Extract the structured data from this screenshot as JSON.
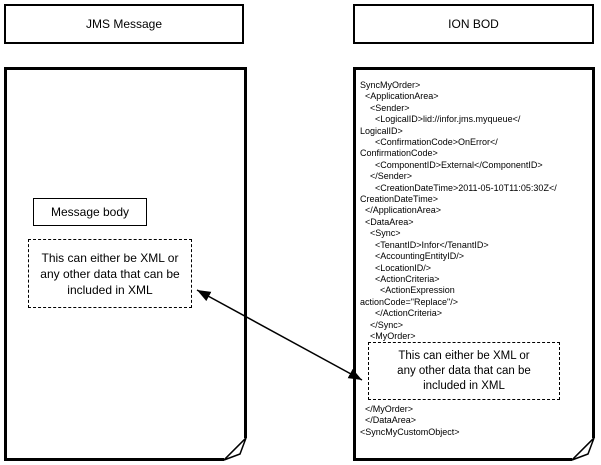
{
  "colors": {
    "line": "#000000",
    "background": "#ffffff"
  },
  "left_panel": {
    "title": "JMS Message",
    "message_body_label": "Message body",
    "note_lines": [
      "This can either be XML or",
      "any other data that can be",
      "included in XML"
    ]
  },
  "right_panel": {
    "title": "ION BOD",
    "xml_top_lines": [
      "SyncMyOrder>",
      "  <ApplicationArea>",
      "    <Sender>",
      "      <LogicalID>lid://infor.jms.myqueue</",
      "LogicalID>",
      "      <ConfirmationCode>OnError</",
      "ConfirmationCode>",
      "      <ComponentID>External</ComponentID>",
      "    </Sender>",
      "      <CreationDateTime>2011-05-10T11:05:30Z</",
      "CreationDateTime>",
      "  </ApplicationArea>",
      "  <DataArea>",
      "    <Sync>",
      "      <TenantID>Infor</TenantID>",
      "      <AccountingEntityID/>",
      "      <LocationID/>",
      "      <ActionCriteria>",
      "        <ActionExpression",
      "actionCode=\"Replace\"/>",
      "      </ActionCriteria>",
      "    </Sync>",
      "    <MyOrder>"
    ],
    "note_lines": [
      "This can either be XML or",
      "any other data that can be",
      "included in XML"
    ],
    "xml_bottom_lines": [
      "  </MyOrder>",
      "  </DataArea>",
      "<SyncMyCustomObject>"
    ]
  }
}
